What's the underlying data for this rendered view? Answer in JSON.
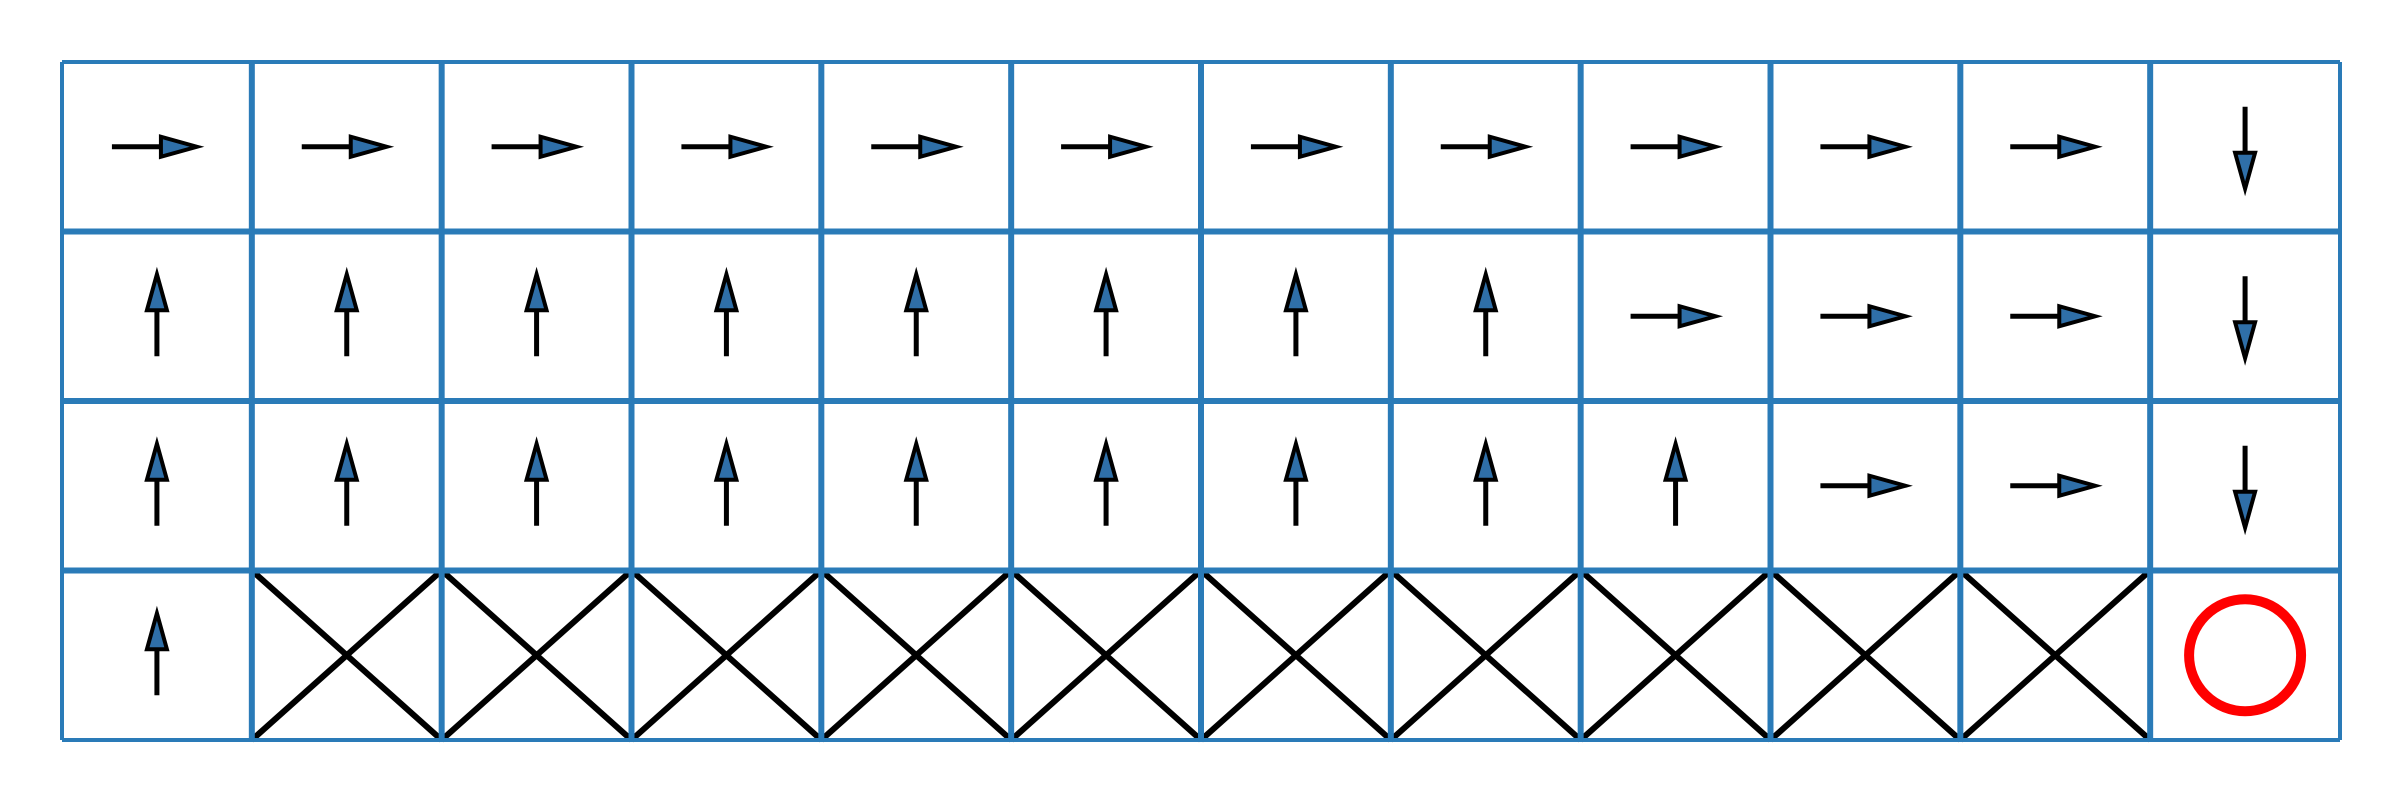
{
  "grid": {
    "rows": 4,
    "cols": 12,
    "cells": [
      [
        "right",
        "right",
        "right",
        "right",
        "right",
        "right",
        "right",
        "right",
        "right",
        "right",
        "right",
        "down"
      ],
      [
        "up",
        "up",
        "up",
        "up",
        "up",
        "up",
        "up",
        "up",
        "right",
        "right",
        "right",
        "down"
      ],
      [
        "up",
        "up",
        "up",
        "up",
        "up",
        "up",
        "up",
        "up",
        "up",
        "right",
        "right",
        "down"
      ],
      [
        "up",
        "cliff",
        "cliff",
        "cliff",
        "cliff",
        "cliff",
        "cliff",
        "cliff",
        "cliff",
        "cliff",
        "cliff",
        "goal"
      ]
    ]
  },
  "colors": {
    "grid_line": "#2a7bb8",
    "arrow_stroke": "#000000",
    "arrow_head_fill": "#2f6fa8",
    "cliff_stroke": "#000000",
    "goal_stroke": "#ff0000",
    "background": "#ffffff"
  },
  "icons": {
    "up": "arrow-up-icon",
    "down": "arrow-down-icon",
    "right": "arrow-right-icon",
    "cliff": "cliff-x-icon",
    "goal": "goal-circle-icon"
  }
}
